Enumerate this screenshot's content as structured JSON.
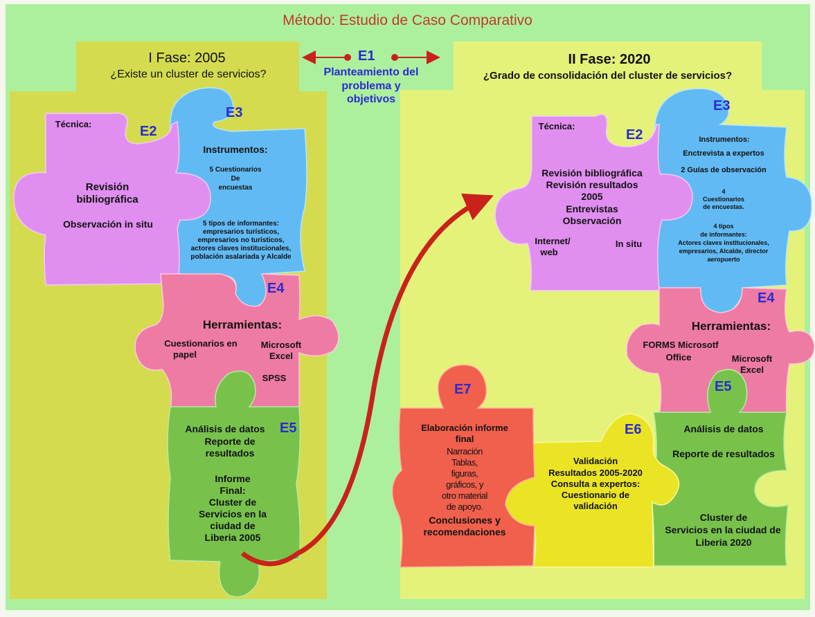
{
  "title": "Método: Estudio de Caso Comparativo",
  "phase1": {
    "heading": "I Fase: 2005",
    "question": "¿Existe un cluster de servicios?",
    "e2": {
      "code": "E2",
      "label": "Técnica:",
      "item1": "Revisión",
      "item2": "bibliográfica",
      "item3": "Observación in situ"
    },
    "e3": {
      "code": "E3",
      "label": "Instrumentos:",
      "line1": "5 Cuestionarios",
      "line2": "De",
      "line3": "encuestas",
      "inf1": "5 tipos de informantes:",
      "inf2": "empresarios turísticos,",
      "inf3": "empresarios no turísticos,",
      "inf4": "actores claves institucionales,",
      "inf5": "población asalariada y Alcalde"
    },
    "e4": {
      "code": "E4",
      "label": "Herramientas:",
      "tool1a": "Cuestionarios en",
      "tool1b": "papel",
      "tool2a": "Microsoft",
      "tool2b": "Excel",
      "tool3": "SPSS"
    },
    "e5": {
      "code": "E5",
      "line1": "Análisis de datos",
      "line2": "Reporte de",
      "line3": "resultados",
      "final1": "Informe",
      "final2": "Final:",
      "final3": "Cluster de",
      "final4": "Servicios en la",
      "final5": "ciudad de",
      "final6": "Liberia 2005"
    }
  },
  "e1": {
    "code": "E1",
    "line1": "Planteamiento del",
    "line2": "problema y",
    "line3": "objetivos"
  },
  "phase2": {
    "heading": "II Fase: 2020",
    "question": "¿Grado de consolidación del cluster de servicios?",
    "e2": {
      "code": "E2",
      "label": "Técnica:",
      "item1": "Revisión bibliográfica",
      "item2": "Revisión resultados",
      "item3": "2005",
      "item4": "Entrevistas",
      "item5": "Observación",
      "item6a": "Internet/",
      "item6b": "web",
      "item7": "In situ"
    },
    "e3": {
      "code": "E3",
      "label": "Instrumentos:",
      "line1": "Enctrevista a expertos",
      "line2": "2 Guías de observación",
      "line3": "4",
      "line4": "Cuestionarios",
      "line5": "de encuestas.",
      "inf1": "4 tipos",
      "inf2": "de informantes:",
      "inf3": "Actores claves institucionales,",
      "inf4": "empresarios, Alcalde, director",
      "inf5": "aeropuerto"
    },
    "e4": {
      "code": "E4",
      "label": "Herramientas:",
      "tool1a": "FORMS Microsotf",
      "tool1b": "Office",
      "tool2a": "Microsoft",
      "tool2b": "Excel"
    },
    "e5": {
      "code": "E5",
      "line1": "Análisis de datos",
      "line2": "Reporte de resultados",
      "final1": "Cluster de",
      "final2": "Servicios en la ciudad de",
      "final3": "Liberia 2020"
    },
    "e6": {
      "code": "E6",
      "line1": "Validación",
      "line2": "Resultados 2005-2020",
      "line3": "Consulta a expertos:",
      "line4": "Cuestionario de",
      "line5": "validación"
    },
    "e7": {
      "code": "E7",
      "line1": "Elaboración informe",
      "line2": "final",
      "line3": "Narración",
      "line4": "Tablas,",
      "line5": "figuras,",
      "line6": "gráficos, y",
      "line7": "otro material",
      "line8": "de apoyo.",
      "line9": "Conclusiones y",
      "line10": "recomendaciones"
    }
  },
  "colors": {
    "background": "#acf09e",
    "phase1_panel": "#d4db4f",
    "phase2_panel": "#e4f27a",
    "pink": "#e08ef0",
    "blue": "#62baf4",
    "rose": "#ee7ba4",
    "green": "#78c24c",
    "yellow": "#eae424",
    "red": "#f0604c",
    "arrow": "#c8221a",
    "code_text": "#2a2ad0",
    "title_text": "#c0392b"
  }
}
